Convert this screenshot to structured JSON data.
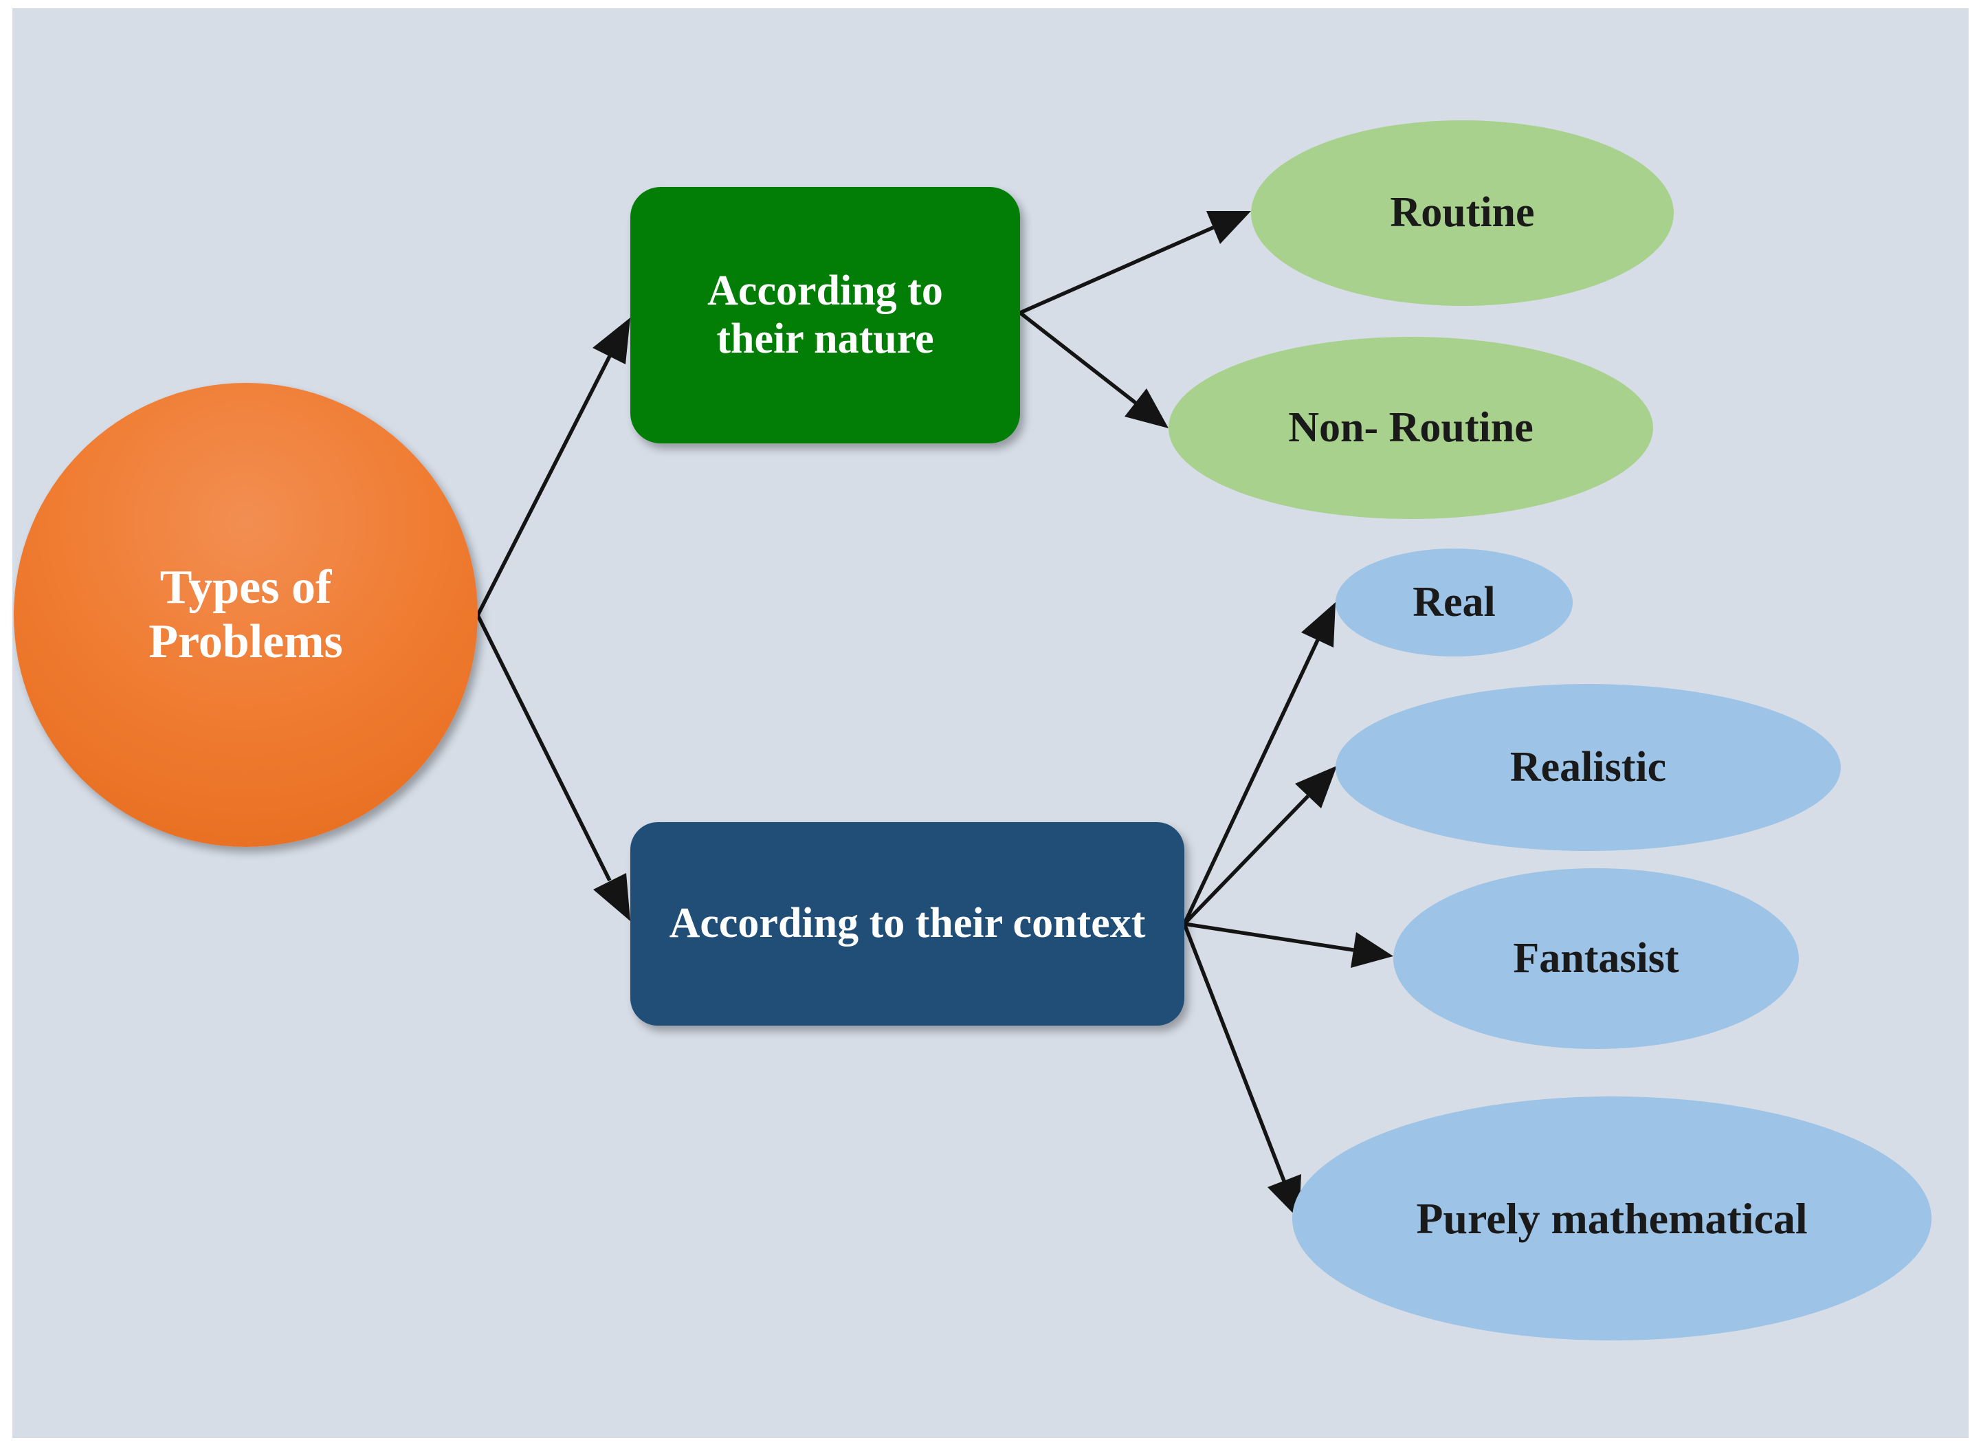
{
  "diagram": {
    "root": {
      "label": "Types of\nProblems",
      "color": "#f07d33"
    },
    "branches": [
      {
        "label": "According to\ntheir nature",
        "color": "#027e06"
      },
      {
        "label": "According to their context",
        "color": "#204e77"
      }
    ],
    "leaves": {
      "nature": [
        "Routine",
        "Non- Routine"
      ],
      "context": [
        "Real",
        "Realistic",
        "Fantasist",
        "Purely mathematical"
      ]
    },
    "colors": {
      "background": "#d6dde7",
      "nature_leaf": "#a9d18e",
      "context_leaf": "#9dc3e6",
      "arrow": "#141414"
    }
  }
}
